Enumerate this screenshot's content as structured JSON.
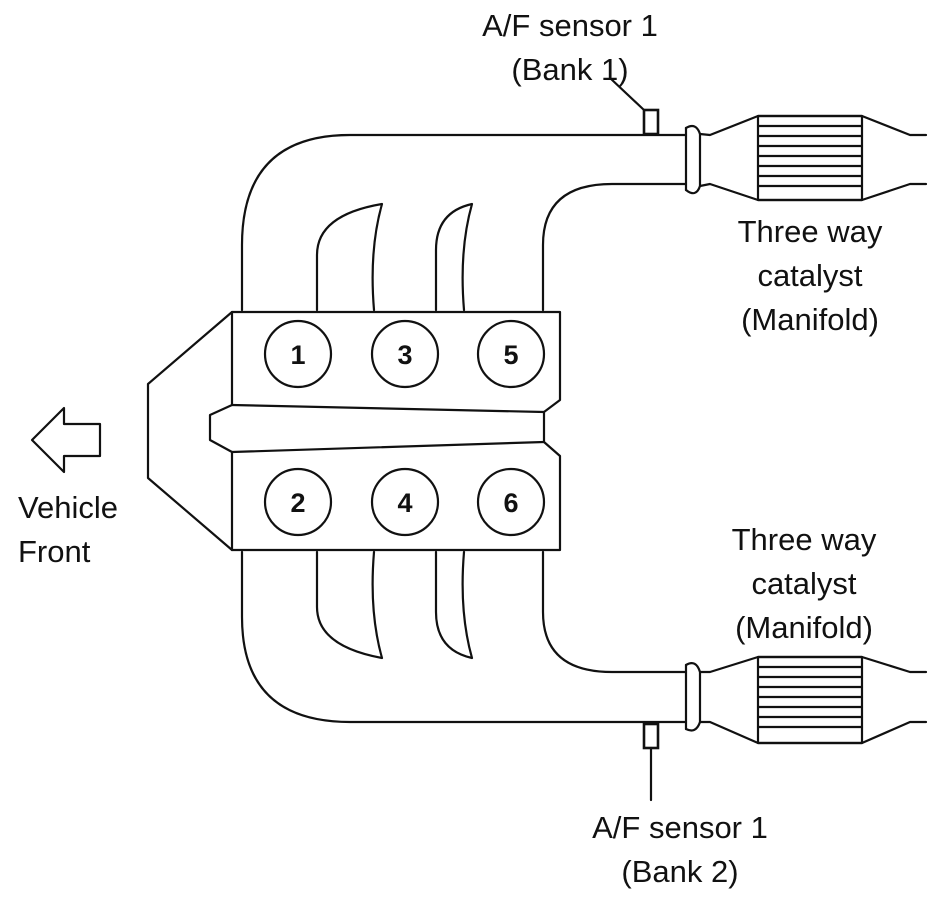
{
  "labels": {
    "sensor_bank1_line1": "A/F sensor 1",
    "sensor_bank1_line2": "(Bank 1)",
    "sensor_bank2_line1": "A/F sensor 1",
    "sensor_bank2_line2": "(Bank 2)",
    "catalyst_upper_line1": "Three way",
    "catalyst_upper_line2": "catalyst",
    "catalyst_upper_line3": "(Manifold)",
    "catalyst_lower_line1": "Three way",
    "catalyst_lower_line2": "catalyst",
    "catalyst_lower_line3": "(Manifold)",
    "vehicle_front_line1": "Vehicle",
    "vehicle_front_line2": "Front"
  },
  "cylinders": {
    "c1": "1",
    "c2": "2",
    "c3": "3",
    "c4": "4",
    "c5": "5",
    "c6": "6"
  },
  "colors": {
    "stroke": "#111111",
    "background": "#ffffff"
  },
  "icons": {
    "front_arrow": "left-arrow-outline-icon"
  }
}
